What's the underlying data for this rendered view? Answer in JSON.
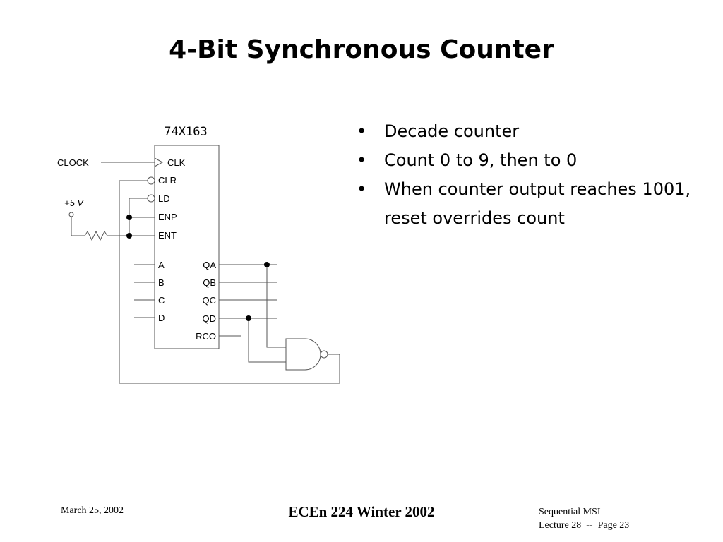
{
  "slide": {
    "title": "4-Bit Synchronous Counter",
    "bullets": [
      {
        "marker": "•",
        "text": "Decade counter"
      },
      {
        "marker": "•",
        "text": "Count 0 to 9, then to 0"
      },
      {
        "marker": "•",
        "text": "When counter output reaches 1001, reset overrides count"
      }
    ]
  },
  "diagram": {
    "chip_name": "74X163",
    "external_labels": {
      "clock": "CLOCK",
      "supply": "+5 V"
    },
    "input_pins": [
      "CLK",
      "CLR",
      "LD",
      "ENP",
      "ENT",
      "A",
      "B",
      "C",
      "D"
    ],
    "output_pins": [
      "QA",
      "QB",
      "QC",
      "QD",
      "RCO"
    ]
  },
  "footer": {
    "date": "March 25, 2002",
    "course": "ECEn 224 Winter 2002",
    "topic": "Sequential MSI",
    "page": "Lecture 28  --  Page 23"
  }
}
